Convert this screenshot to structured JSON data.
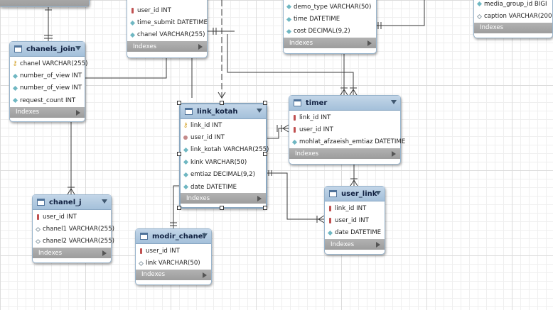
{
  "footer_label": "Indexes",
  "tables": [
    {
      "id": "t-top-left-partial",
      "title": "",
      "columns": []
    },
    {
      "id": "t-top-mid",
      "title": "",
      "columns": [
        {
          "text": "user_id INT",
          "icon": "fk"
        },
        {
          "text": "time_submit DATETIME",
          "icon": "field"
        },
        {
          "text": "chanel VARCHAR(255)",
          "icon": "field"
        }
      ]
    },
    {
      "id": "t-top-right",
      "title": "",
      "columns": [
        {
          "text": "demo_type VARCHAR(50)",
          "icon": "field"
        },
        {
          "text": "time DATETIME",
          "icon": "field"
        },
        {
          "text": "cost DECIMAL(9,2)",
          "icon": "field"
        }
      ]
    },
    {
      "id": "t-far-right",
      "title": "",
      "columns": [
        {
          "text": "media_group_id BIGI",
          "icon": "field"
        },
        {
          "text": "caption VARCHAR(200",
          "icon": "field-open"
        }
      ]
    },
    {
      "id": "t-chanels-join",
      "title": "chanels_join",
      "columns": [
        {
          "text": "chanel VARCHAR(255)",
          "icon": "key"
        },
        {
          "text": "number_of_view INT",
          "icon": "field"
        },
        {
          "text": "number_of_view INT",
          "icon": "field"
        },
        {
          "text": "request_count INT",
          "icon": "field"
        }
      ]
    },
    {
      "id": "t-link-kotah",
      "title": "link_kotah",
      "columns": [
        {
          "text": "link_id INT",
          "icon": "key"
        },
        {
          "text": "user_id INT",
          "icon": "fk-gray"
        },
        {
          "text": "link_kotah VARCHAR(255)",
          "icon": "field"
        },
        {
          "text": "kink VARCHAR(50)",
          "icon": "field"
        },
        {
          "text": "emtiaz DECIMAL(9,2)",
          "icon": "field"
        },
        {
          "text": "date DATETIME",
          "icon": "field"
        }
      ]
    },
    {
      "id": "t-timer",
      "title": "timer",
      "columns": [
        {
          "text": "link_id INT",
          "icon": "fk"
        },
        {
          "text": "user_id INT",
          "icon": "fk"
        },
        {
          "text": "mohlat_afzaeish_emtiaz DATETIME",
          "icon": "field"
        }
      ]
    },
    {
      "id": "t-chanel-j",
      "title": "chanel_j",
      "columns": [
        {
          "text": "user_id INT",
          "icon": "fk"
        },
        {
          "text": "chanel1 VARCHAR(255)",
          "icon": "field-open"
        },
        {
          "text": "chanel2 VARCHAR(255)",
          "icon": "field-open"
        }
      ]
    },
    {
      "id": "t-user-link",
      "title": "user_link",
      "columns": [
        {
          "text": "link_id INT",
          "icon": "fk"
        },
        {
          "text": "user_id INT",
          "icon": "fk"
        },
        {
          "text": "date DATETIME",
          "icon": "field"
        }
      ]
    },
    {
      "id": "t-modir-chanel",
      "title": "modir_chanel",
      "columns": [
        {
          "text": "user_id INT",
          "icon": "fk"
        },
        {
          "text": "link VARCHAR(50)",
          "icon": "field-open"
        }
      ]
    }
  ]
}
